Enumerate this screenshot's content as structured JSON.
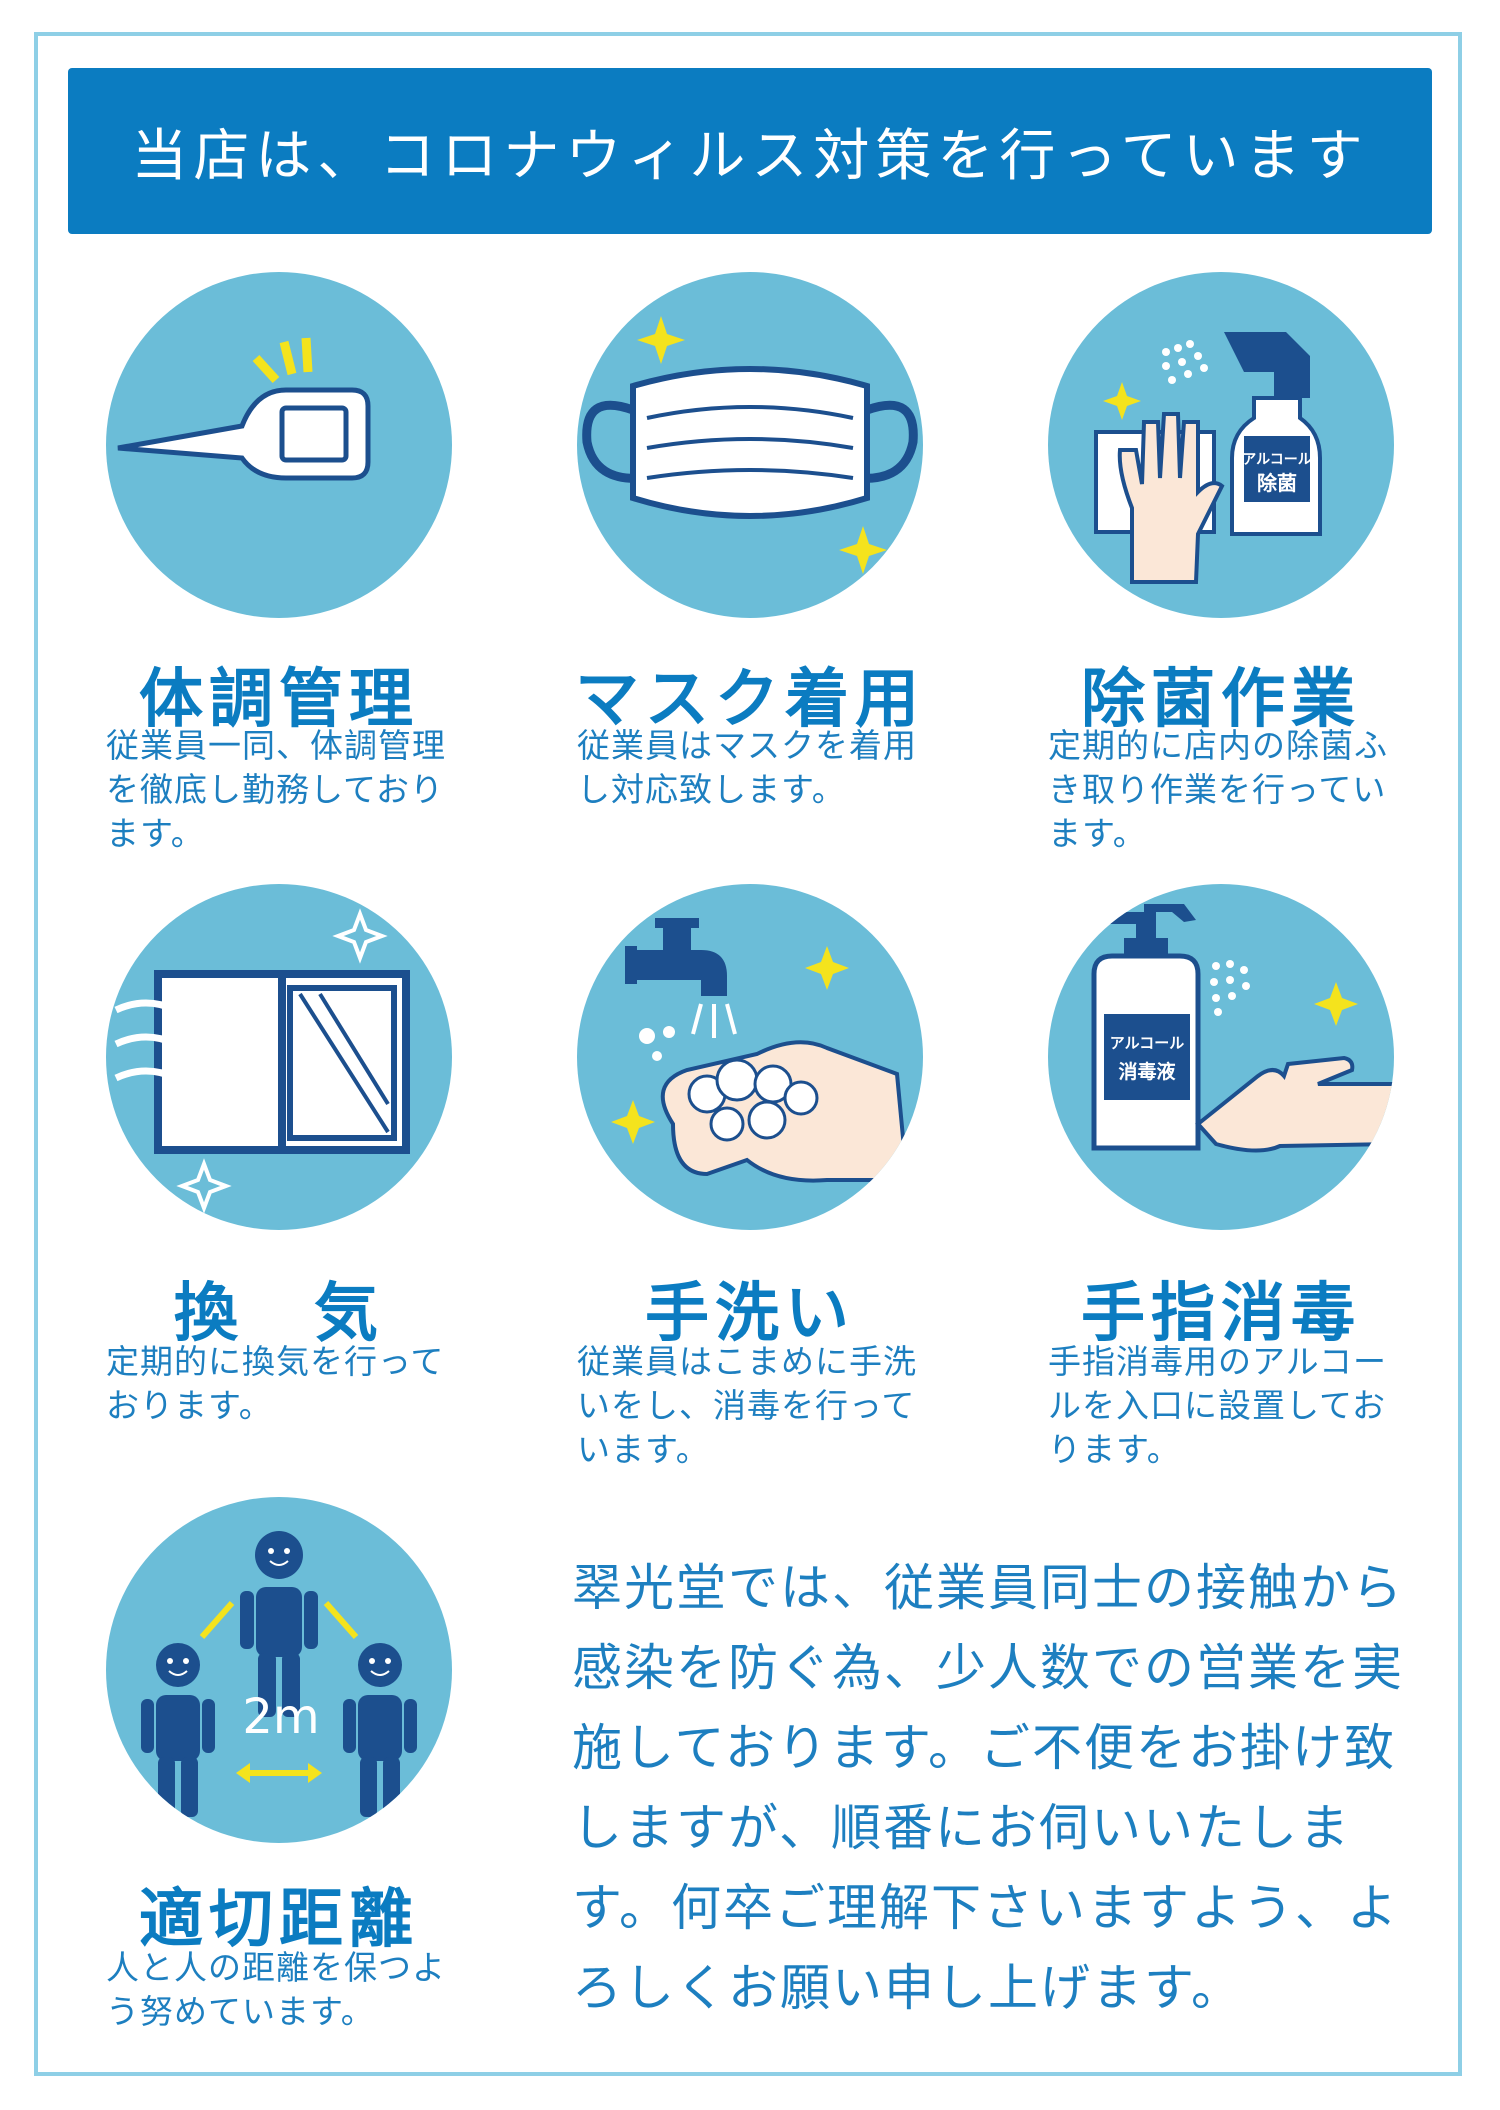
{
  "banner": {
    "title": "当店は、コロナウィルス対策を行っています"
  },
  "items": [
    {
      "title": "体調管理",
      "desc": "従業員一同、体調管理を徹底し勤務しております。"
    },
    {
      "title": "マスク着用",
      "desc": "従業員はマスクを着用し対応致します。"
    },
    {
      "title": "除菌作業",
      "desc": "定期的に店内の除菌ふき取り作業を行っています。",
      "bottle_label_1": "アルコール",
      "bottle_label_2": "除菌"
    },
    {
      "title": "換　気",
      "desc": "定期的に換気を行っております。"
    },
    {
      "title": "手洗い",
      "desc": "従業員はこまめに手洗いをし、消毒を行っています。"
    },
    {
      "title": "手指消毒",
      "desc": "手指消毒用のアルコールを入口に設置しております。",
      "bottle_label_1": "アルコール",
      "bottle_label_2": "消毒液"
    },
    {
      "title": "適切距離",
      "desc": "人と人の距離を保つよう努めています。",
      "distance_label": "2m"
    }
  ],
  "notice": "翠光堂では、従業員同士の接触から感染を防ぐ為、少人数での営業を実施しております。ご不便をお掛け致しますが、順番にお伺いいたします。何卒ご理解下さいますよう、よろしくお願い申し上げます。",
  "colors": {
    "accent": "#0b7cc1",
    "circle": "#6bbdd8",
    "navy": "#1c4f8e",
    "yellow": "#f4e31d",
    "skin": "#fbe7d7",
    "frame": "#8ecfe6"
  },
  "icons": [
    "thermometer-icon",
    "mask-icon",
    "spray-bottle-icon",
    "window-icon",
    "handwash-icon",
    "sanitizer-icon",
    "distance-icon"
  ]
}
